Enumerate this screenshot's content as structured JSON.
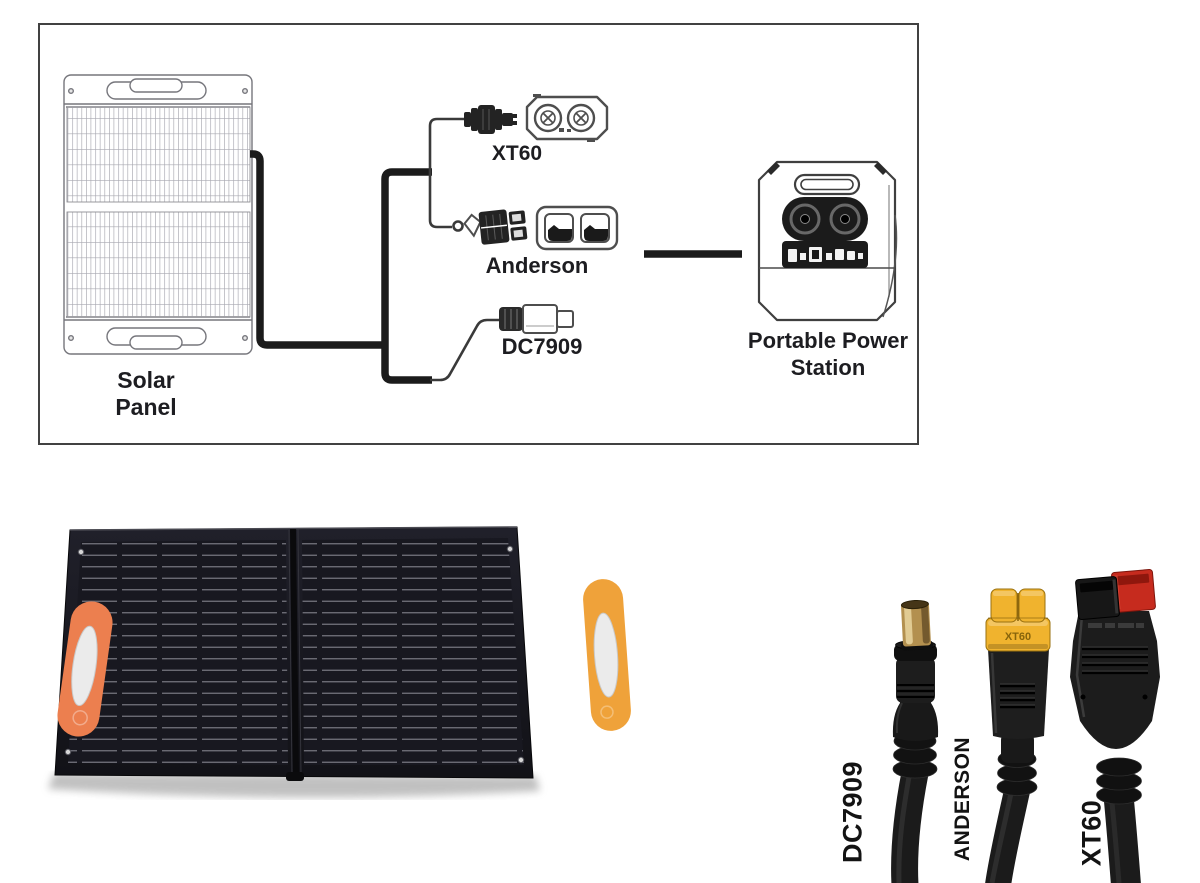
{
  "diagram": {
    "solar_panel_label": "Solar Panel",
    "connectors": [
      {
        "id": "xt60",
        "label": "XT60"
      },
      {
        "id": "anderson",
        "label": "Anderson"
      },
      {
        "id": "dc7909",
        "label": "DC7909"
      }
    ],
    "power_station_label": {
      "line1": "Portable Power",
      "line2": "Station"
    }
  },
  "photos": {
    "cable_labels": [
      {
        "position": "left",
        "label": "DC7909"
      },
      {
        "position": "middle",
        "label": "ANDERSON"
      },
      {
        "position": "right",
        "label": "XT60"
      }
    ],
    "connector_marking": "XT60"
  },
  "colors": {
    "handle_left_orange": "#ec7f4f",
    "handle_right_orange": "#efa23a",
    "connector_yellow": "#f0b32e",
    "connector_red": "#c62b1e",
    "dc_tip_brass": "#b3904f",
    "wire_black": "#1b1b1b",
    "line_art": "#6e6e74"
  }
}
